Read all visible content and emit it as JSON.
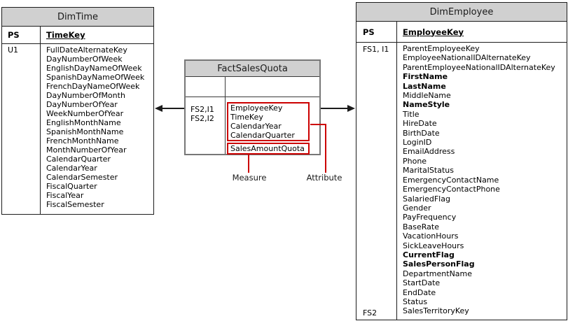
{
  "diagram": {
    "dim_time": {
      "title": "DimTime",
      "pk_marker": "PS",
      "pk_field": "TimeKey",
      "body_marker": "U1",
      "fields": [
        "FullDateAlternateKey",
        "DayNumberOfWeek",
        "EnglishDayNameOfWeek",
        "SpanishDayNameOfWeek",
        "FrenchDayNameOfWeek",
        "DayNumberOfMonth",
        "DayNumberOfYear",
        "WeekNumberOfYear",
        "EnglishMonthName",
        "SpanishMonthName",
        "FrenchMonthName",
        "MonthNumberOfYear",
        "CalendarQuarter",
        "CalendarYear",
        "CalendarSemester",
        "FiscalQuarter",
        "FiscalYear",
        "FiscalSemester"
      ]
    },
    "fact_sales_quota": {
      "title": "FactSalesQuota",
      "markers": [
        "FS2,I1",
        "FS2,I2"
      ],
      "attribute_fields": [
        "EmployeeKey",
        "TimeKey",
        "CalendarYear",
        "CalendarQuarter"
      ],
      "measure_field": "SalesAmountQuota"
    },
    "dim_employee": {
      "title": "DimEmployee",
      "pk_marker": "PS",
      "pk_field": "EmployeeKey",
      "fk_marker_top": "FS1, I1",
      "fk_marker_bottom": "FS2",
      "fields": [
        {
          "label": "ParentEmployeeKey",
          "bold": false
        },
        {
          "label": "EmployeeNationalIDAlternateKey",
          "bold": false
        },
        {
          "label": "ParentEmployeeNationalIDAlternateKey",
          "bold": false
        },
        {
          "label": "FirstName",
          "bold": true
        },
        {
          "label": "LastName",
          "bold": true
        },
        {
          "label": "MiddleName",
          "bold": false
        },
        {
          "label": "NameStyle",
          "bold": true
        },
        {
          "label": "Title",
          "bold": false
        },
        {
          "label": "HireDate",
          "bold": false
        },
        {
          "label": "BirthDate",
          "bold": false
        },
        {
          "label": "LoginID",
          "bold": false
        },
        {
          "label": "EmailAddress",
          "bold": false
        },
        {
          "label": "Phone",
          "bold": false
        },
        {
          "label": "MaritalStatus",
          "bold": false
        },
        {
          "label": "EmergencyContactName",
          "bold": false
        },
        {
          "label": "EmergencyContactPhone",
          "bold": false
        },
        {
          "label": "SalariedFlag",
          "bold": false
        },
        {
          "label": "Gender",
          "bold": false
        },
        {
          "label": "PayFrequency",
          "bold": false
        },
        {
          "label": "BaseRate",
          "bold": false
        },
        {
          "label": "VacationHours",
          "bold": false
        },
        {
          "label": "SickLeaveHours",
          "bold": false
        },
        {
          "label": "CurrentFlag",
          "bold": true
        },
        {
          "label": "SalesPersonFlag",
          "bold": true
        },
        {
          "label": "DepartmentName",
          "bold": false
        },
        {
          "label": "StartDate",
          "bold": false
        },
        {
          "label": "EndDate",
          "bold": false
        },
        {
          "label": "Status",
          "bold": false
        },
        {
          "label": "SalesTerritoryKey",
          "bold": false
        }
      ]
    },
    "annotations": {
      "measure": "Measure",
      "attribute": "Attribute"
    },
    "colors": {
      "annotation_red": "#cc0000",
      "header_fill": "#d0d0d0",
      "table_border": "#1c1c1c",
      "fact_border": "#777777"
    }
  }
}
